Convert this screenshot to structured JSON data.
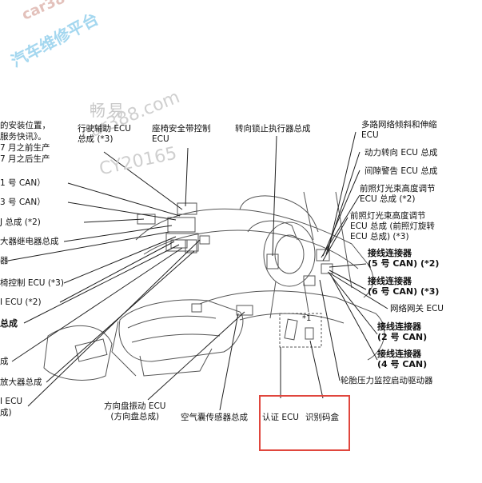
{
  "watermarks": {
    "car38": "car38",
    "site_cn": "汽车维修平台",
    "changyi": "畅易",
    "car388": "car388.com",
    "cy": "CY20165"
  },
  "labels": {
    "left_install_pos": "的安装位置，",
    "left_service_tips": "服务快讯》。",
    "left_before": "7 月之前生产",
    "left_after": "7 月之后生产",
    "left_can1": "1 号 CAN）",
    "left_can3": "3 号 CAN）",
    "left_assy2": "J 总成 (*2)",
    "left_relay": "大器继电器总成",
    "left_device": "器",
    "left_ecu_ctrl3": "椅控制 ECU (*3)",
    "left_ecu2": "I ECU (*2)",
    "left_assy_bold": "总成",
    "left_cheng": "成",
    "left_amp": "放大器总成",
    "left_ecu_end": "I ECU",
    "left_cheng2": "成)",
    "driving_ecu_1": "行驶辅助 ECU",
    "driving_ecu_2": "总成 (*3)",
    "seatbelt_1": "座椅安全带控制",
    "seatbelt_2": "ECU",
    "steering_lock": "转向锁止执行器总成",
    "multiplex_1": "多路网络倾斜和伸缩",
    "multiplex_2": "ECU",
    "power_steering": "动力转向 ECU 总成",
    "clearance_warning": "间隙警告 ECU 总成",
    "headlamp_level_1": "前照灯光束高度调节",
    "headlamp_level_2": "ECU 总成 (*2)",
    "headlamp_swivel_1": "前照灯光束高度调节",
    "headlamp_swivel_2": "ECU 总成 (前照灯旋转",
    "headlamp_swivel_3": "ECU 总成) (*3)",
    "jc5_1": "接线连接器",
    "jc5_2": "(5 号 CAN) (*2)",
    "jc6_1": "接线连接器",
    "jc6_2": "(6 号 CAN) (*3)",
    "gateway": "网络网关 ECU",
    "jc2_1": "接线连接器",
    "jc2_2": "(2 号 CAN)",
    "jc4_1": "接线连接器",
    "jc4_2": "(4 号 CAN)",
    "tpms": "轮胎压力监控启动驱动器",
    "steering_vib_1": "方向盘振动 ECU",
    "steering_vib_2": "(方向盘总成)",
    "airbag_sensor": "空气囊传感器总成",
    "auth_ecu": "认证 ECU",
    "id_box": "识别码盒",
    "marker1": "*1"
  },
  "colors": {
    "line": "#222222",
    "drawing": "#555555",
    "highlight": "#e0463d"
  }
}
